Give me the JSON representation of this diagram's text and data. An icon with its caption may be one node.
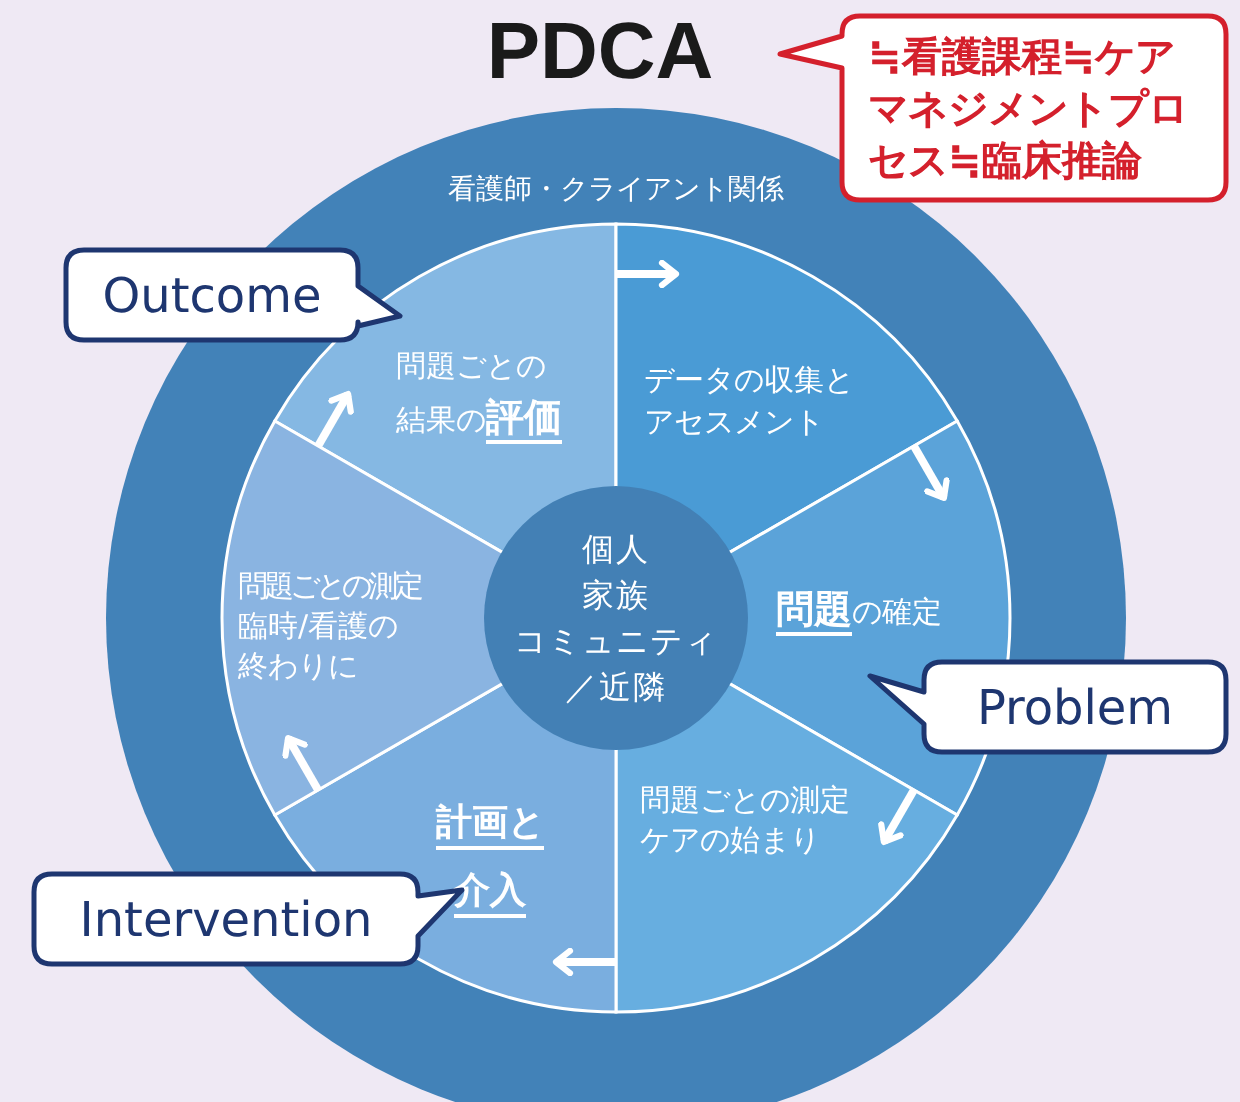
{
  "diagram": {
    "title": "PDCA",
    "nodes": [
      {
        "text": [
          "≒看護課程≒ケアマネジメントプロセス≒臨床推論"
        ]
      },
      {
        "text": [
          "看護師・クライアント関係"
        ]
      },
      {
        "text": [
          "Outcome"
        ]
      },
      {
        "text": [
          "問題ごとの結果の**評価**"
        ],
        "in": 1
      },
      {
        "text": [
          "データの収集とアセスメント"
        ],
        "in": 1
      },
      {
        "text": [
          "**問題**の確定"
        ],
        "in": 1
      },
      {
        "text": [
          "問題ごとの測定ケアの始まり"
        ],
        "in": 1
      },
      {
        "text": [
          "計画と介入"
        ],
        "in": 1
      },
      {
        "text": [
          "問題ごとの測定臨時/看護の終わりに"
        ],
        "in": 1
      },
      {
        "text": [
          "個人",
          "家族",
          "コミュニティ／近隣"
        ],
        "in": 1
      },
      {
        "text": [
          "Problem"
        ]
      },
      {
        "text": [
          "Intervention"
        ]
      }
    ]
  }
}
